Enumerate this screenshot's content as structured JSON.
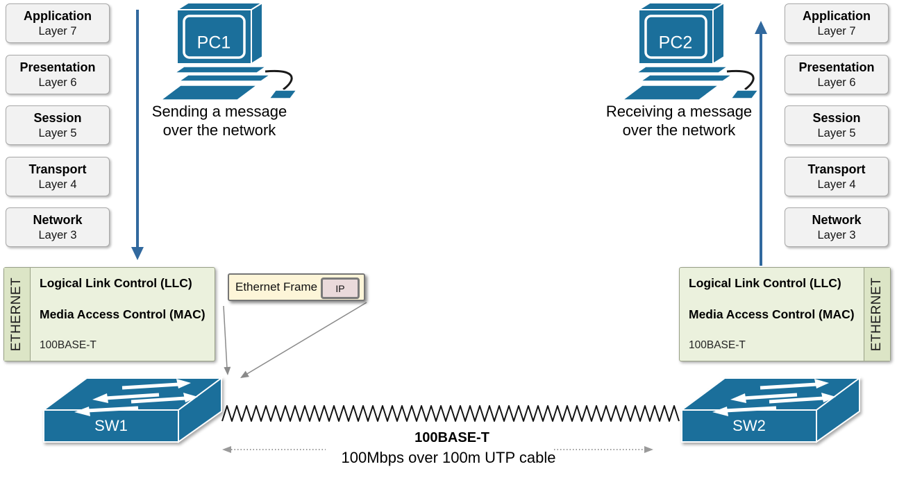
{
  "osi_layers": [
    {
      "name": "Application",
      "layer": "Layer 7"
    },
    {
      "name": "Presentation",
      "layer": "Layer 6"
    },
    {
      "name": "Session",
      "layer": "Layer 5"
    },
    {
      "name": "Transport",
      "layer": "Layer 4"
    },
    {
      "name": "Network",
      "layer": "Layer 3"
    }
  ],
  "pc1": {
    "label": "PC1",
    "caption_line1": "Sending a message",
    "caption_line2": "over the network"
  },
  "pc2": {
    "label": "PC2",
    "caption_line1": "Receiving a message",
    "caption_line2": "over the network"
  },
  "ethernet": {
    "side_label": "ETHERNET",
    "llc": "Logical Link Control (LLC)",
    "mac": "Media Access Control (MAC)",
    "standard": "100BASE-T"
  },
  "frame": {
    "label": "Ethernet Frame",
    "payload_label": "IP"
  },
  "switches": {
    "sw1": "SW1",
    "sw2": "SW2"
  },
  "cable": {
    "standard": "100BASE-T",
    "description": "100Mbps over 100m UTP cable"
  },
  "colors": {
    "device_teal": "#1b6f9b",
    "arrow_blue": "#31699e",
    "ethernet_fill": "#ebf1dd",
    "ethernet_strip": "#dce5c6",
    "frame_fill": "#fdf5d8",
    "ip_chip_fill": "#eadadb",
    "osi_box_fill": "#f2f2f2",
    "cable_line": "#111111",
    "connector_gray": "#8a8a8a"
  }
}
